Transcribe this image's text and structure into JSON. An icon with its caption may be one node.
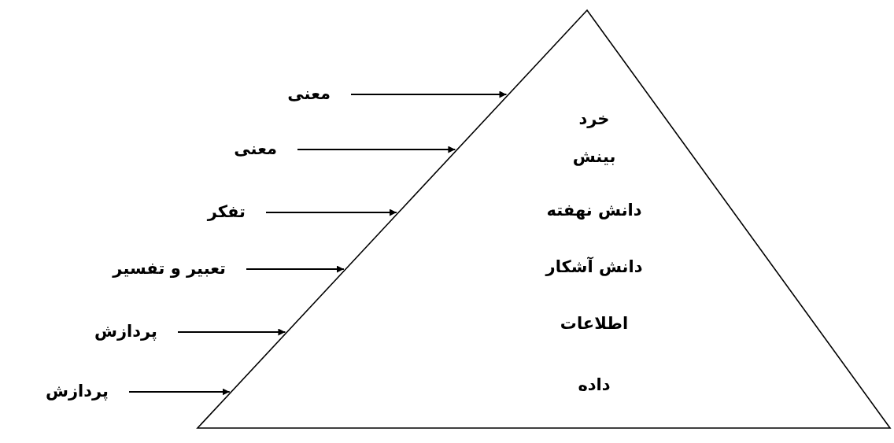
{
  "diagram": {
    "nodes": [
      {
        "text": [
          "خرد",
          "بینش",
          "دانش نهفته",
          "دانش آشکار",
          "اطلاعات",
          "داده"
        ]
      },
      {
        "text": [
          "معنی"
        ]
      },
      {
        "text": [
          "معنی"
        ]
      },
      {
        "text": [
          "تفکر"
        ]
      },
      {
        "text": [
          "تعبیر و تفسیر"
        ]
      },
      {
        "text": [
          "پردازش"
        ]
      },
      {
        "text": [
          "پردازش"
        ]
      }
    ],
    "edges": [
      {
        "from": 1,
        "to": 0,
        "arrow": "to"
      },
      {
        "from": 2,
        "to": 0,
        "arrow": "to"
      },
      {
        "from": 3,
        "to": 0,
        "arrow": "to"
      },
      {
        "from": 4,
        "to": 0,
        "arrow": "to"
      },
      {
        "from": 5,
        "to": 0,
        "arrow": "to"
      },
      {
        "from": 6,
        "to": 0,
        "arrow": "to"
      }
    ]
  }
}
